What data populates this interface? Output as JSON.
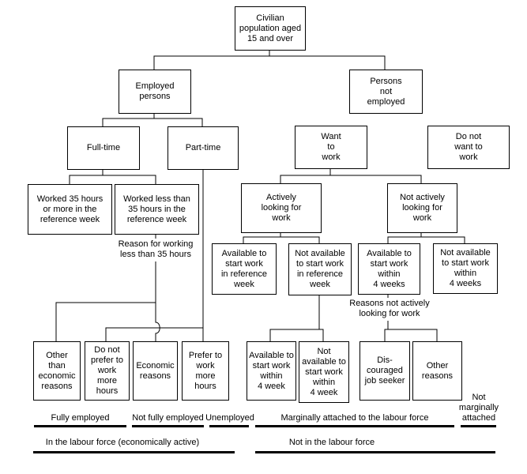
{
  "colors": {
    "background": "#ffffff",
    "line": "#000000",
    "text": "#000000"
  },
  "nodes": {
    "civilian": "Civilian\npopulation aged\n15 and over",
    "employed": "Employed\npersons",
    "not_employed": "Persons\nnot\nemployed",
    "full_time": "Full-time",
    "part_time": "Part-time",
    "want_to_work": "Want\nto\nwork",
    "do_not_want_to_work": "Do not\nwant to\nwork",
    "worked_35_or_more": "Worked 35 hours\nor more in the\nreference week",
    "worked_less_35": "Worked less than\n35 hours in the\nreference week",
    "actively_looking": "Actively\nlooking for\nwork",
    "not_actively_looking": "Not actively\nlooking for\nwork",
    "available_ref_week": "Available to\nstart work\nin reference\nweek",
    "not_available_ref_week": "Not available\nto start work\nin reference\nweek",
    "available_4_weeks": "Available to\nstart work\nwithin\n4 weeks",
    "not_available_4_weeks": "Not available\nto start work\nwithin\n4 weeks",
    "other_than_economic": "Other\nthan\neconomic\nreasons",
    "do_not_prefer_more_hours": "Do not\nprefer to\nwork\nmore\nhours",
    "economic_reasons": "Economic\nreasons",
    "prefer_more_hours": "Prefer to\nwork\nmore\nhours",
    "available_4_week": "Available to\nstart work\nwithin\n4 week",
    "not_available_4_week": "Not\navailable to\nstart work\nwithin\n4 week",
    "discouraged_job_seeker": "Dis-\ncouraged\njob seeker",
    "other_reasons": "Other\nreasons"
  },
  "float_labels": {
    "reason_working": "Reason for working\nless than 35 hours",
    "reasons_not_looking": "Reasons not actively\nlooking for work"
  },
  "categories": {
    "fully_employed": "Fully employed",
    "not_fully_employed": "Not fully employed",
    "unemployed": "Unemployed",
    "marginally_attached": "Marginally attached to the labour force",
    "not_marginally_attached": "Not\nmarginally\nattached",
    "in_labour_force": "In the labour force (economically active)",
    "not_in_labour_force": "Not in the labour force"
  }
}
